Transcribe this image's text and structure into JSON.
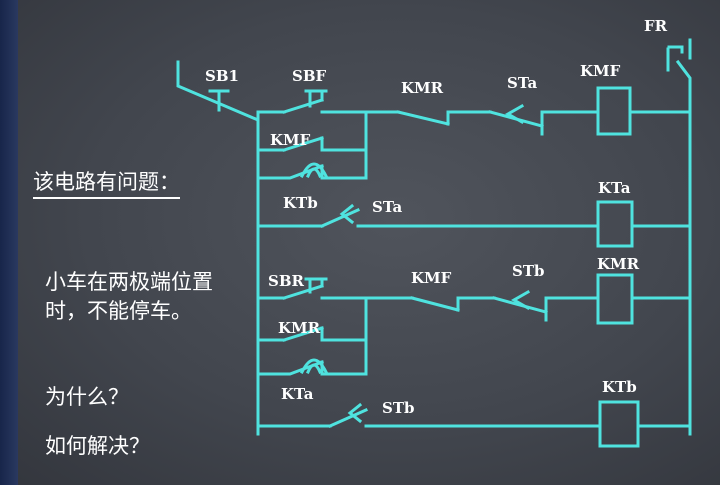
{
  "labels": {
    "fr": "FR",
    "sb1": "SB1",
    "sbf": "SBF",
    "kmr_nc_top": "KMR",
    "sta_nc_top": "STa",
    "kmf_coil": "KMF",
    "kmf_hold": "KMF",
    "ktb_contact": "KTb",
    "sta_no": "STa",
    "kta_coil": "KTa",
    "sbr": "SBR",
    "kmf_nc": "KMF",
    "stb_nc": "STb",
    "kmr_coil": "KMR",
    "kmr_hold": "KMR",
    "kta_contact": "KTa",
    "stb_no": "STb",
    "ktb_coil": "KTb"
  },
  "notes": {
    "title": "该电路有问题：",
    "problem": "小车在两极端位置时，不能停车。",
    "why": "为什么？",
    "solve": "如何解决？"
  },
  "colors": {
    "wire": "#4fe3df",
    "text": "#ffffff",
    "background": "#42464e"
  }
}
